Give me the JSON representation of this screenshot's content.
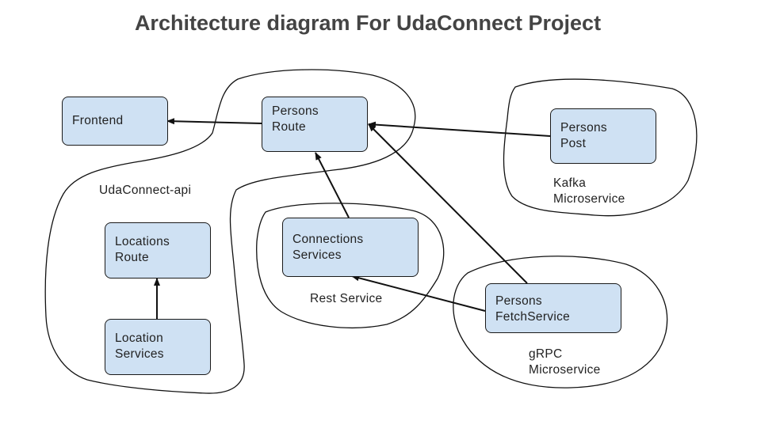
{
  "title": "Architecture diagram For UdaConnect Project",
  "boxes": {
    "frontend": {
      "line1": "Frontend"
    },
    "persons_route": {
      "line1": "Persons",
      "line2": "Route"
    },
    "persons_post": {
      "line1": "Persons",
      "line2": "Post"
    },
    "locations_route": {
      "line1": "Locations",
      "line2": "Route"
    },
    "location_services": {
      "line1": "Location",
      "line2": "Services"
    },
    "connections_services": {
      "line1": "Connections",
      "line2": "Services"
    },
    "persons_fetch": {
      "line1": "Persons",
      "line2": "FetchService"
    }
  },
  "groups": {
    "udaconnect_api": {
      "line1": "UdaConnect-api"
    },
    "kafka": {
      "line1": "Kafka",
      "line2": "Microservice"
    },
    "rest": {
      "line1": "Rest Service"
    },
    "grpc": {
      "line1": "gRPC",
      "line2": "Microservice"
    }
  },
  "colors": {
    "box_fill": "#cfe1f3",
    "stroke": "#1a1a1a",
    "title": "#444444"
  }
}
